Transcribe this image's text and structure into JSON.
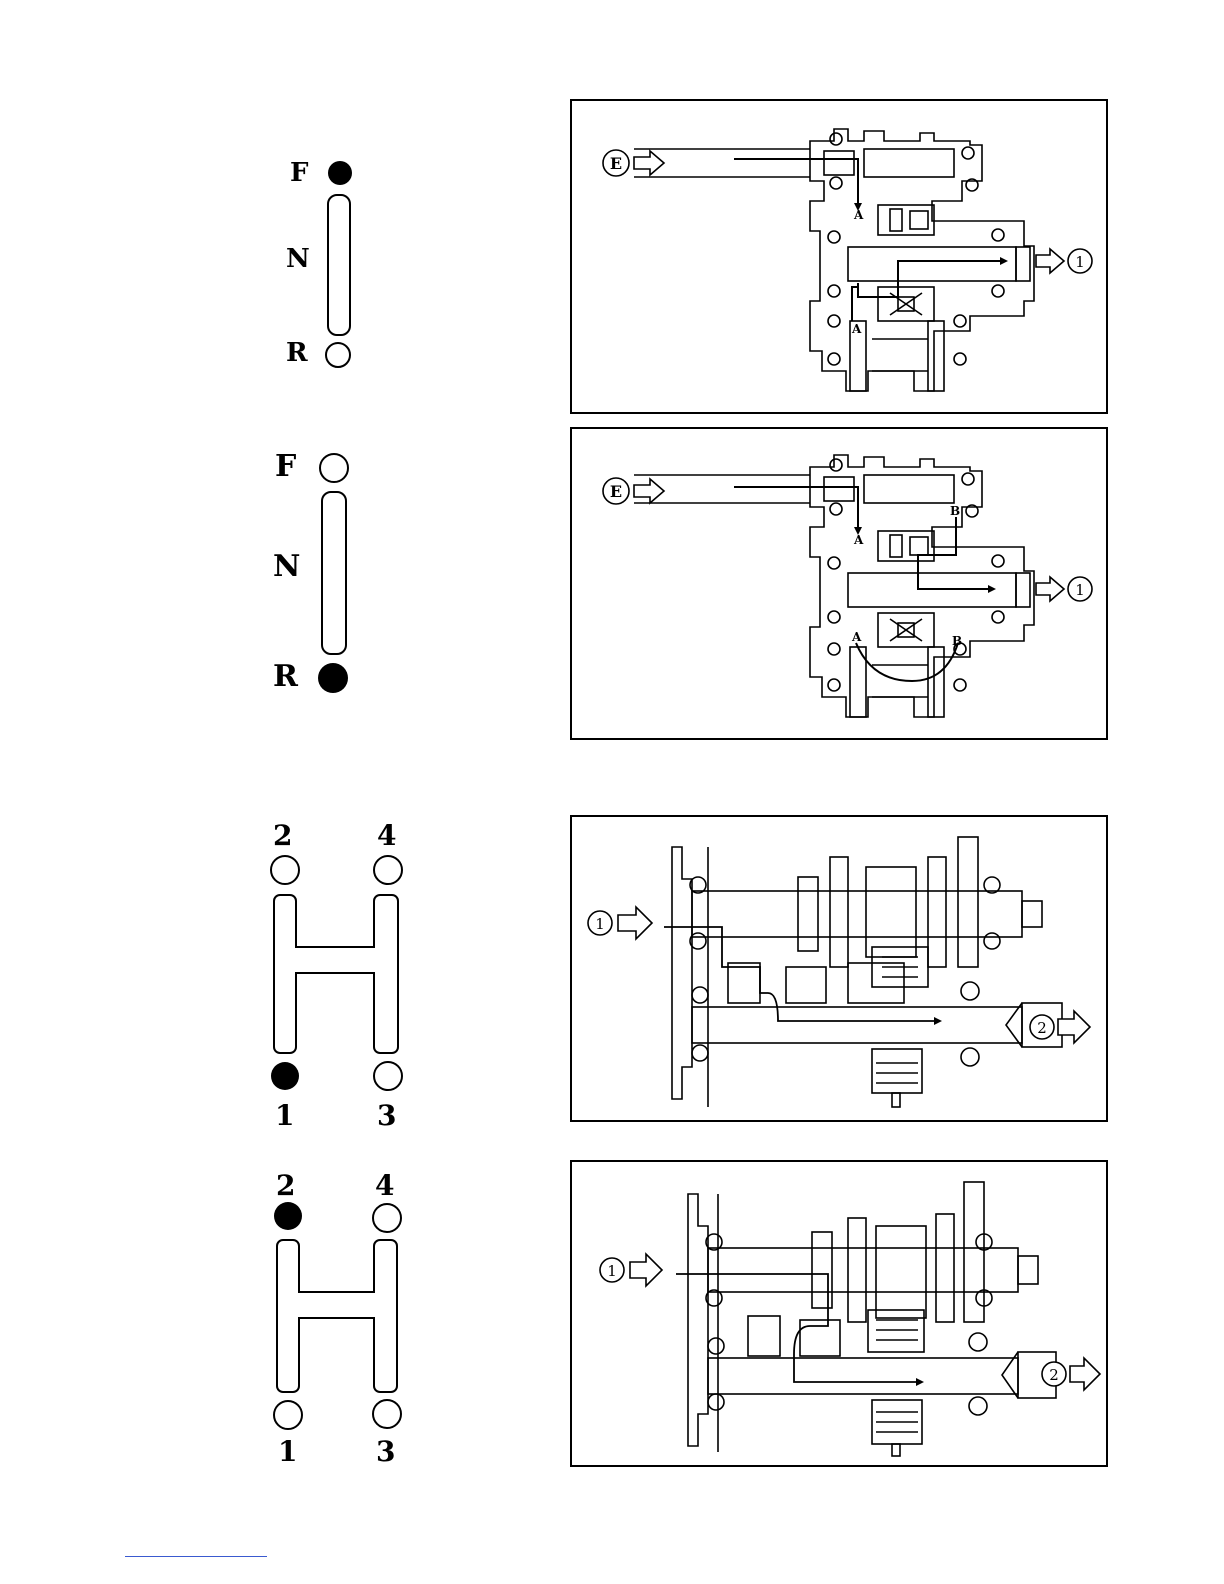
{
  "sections": [
    {
      "shifter": {
        "type": "FNR",
        "labels": {
          "top": "F",
          "middle": "N",
          "bottom": "R"
        },
        "selected": "F"
      },
      "diagram": {
        "input_label": "E",
        "output_label": "1",
        "path_labels": [
          "A",
          "A"
        ]
      }
    },
    {
      "shifter": {
        "type": "FNR",
        "labels": {
          "top": "F",
          "middle": "N",
          "bottom": "R"
        },
        "selected": "R"
      },
      "diagram": {
        "input_label": "E",
        "output_label": "1",
        "path_labels": [
          "A",
          "B",
          "A",
          "B"
        ]
      }
    },
    {
      "shifter": {
        "type": "H",
        "labels": {
          "top_left": "2",
          "top_right": "4",
          "bottom_left": "1",
          "bottom_right": "3"
        },
        "selected": "1"
      },
      "diagram": {
        "input_label": "1",
        "output_label": "2"
      }
    },
    {
      "shifter": {
        "type": "H",
        "labels": {
          "top_left": "2",
          "top_right": "4",
          "bottom_left": "1",
          "bottom_right": "3"
        },
        "selected": "2"
      },
      "diagram": {
        "input_label": "1",
        "output_label": "2"
      }
    }
  ],
  "icons": {
    "input_arrow": "hollow-right-arrow-icon",
    "output_arrow": "hollow-right-arrow-icon",
    "selected_position": "filled-circle-icon",
    "unselected_position": "hollow-circle-icon"
  },
  "colors": {
    "ink": "#000000",
    "footer_rule": "#3a5ad0"
  }
}
